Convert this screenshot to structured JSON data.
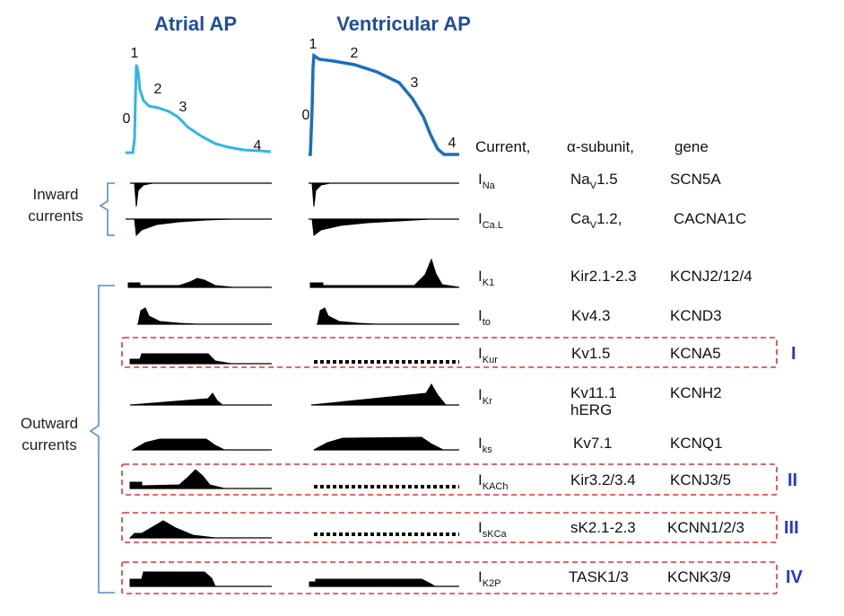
{
  "titles": {
    "atrial": "Atrial AP",
    "ventricular": "Ventricular AP"
  },
  "phases": {
    "atrial": [
      "0",
      "1",
      "2",
      "3",
      "4"
    ],
    "ventricular": [
      "0",
      "1",
      "2",
      "3",
      "4"
    ]
  },
  "header": {
    "current": "Current,",
    "alpha": "α-subunit,",
    "gene": "gene"
  },
  "groups": {
    "inward_line1": "Inward",
    "inward_line2": "currents",
    "outward_line1": "Outward",
    "outward_line2": "currents"
  },
  "colors": {
    "atrial": "#2fb6e8",
    "ventricular": "#1a6fbf",
    "box": "#e53030",
    "brace": "#4f8fcf",
    "roman": "#2a36c8",
    "title": "#1f4e9a"
  },
  "rows": [
    {
      "cur": "I",
      "cur_sub": "Na",
      "alpha": "Na",
      "alpha_sub": "V",
      "alpha_rest": "1.5",
      "gene": "SCN5A"
    },
    {
      "cur": "I",
      "cur_sub": "Ca.L",
      "alpha": "Ca",
      "alpha_sub": "V",
      "alpha_rest": "1.2,",
      "gene": "CACNA1C"
    },
    {
      "cur": "I",
      "cur_sub": "K1",
      "alpha": "Kir2.1-2.3",
      "gene": "KCNJ2/12/4"
    },
    {
      "cur": "I",
      "cur_sub": "to",
      "alpha": "Kv4.3",
      "gene": "KCND3"
    },
    {
      "cur": "I",
      "cur_sub": "Kur",
      "alpha": "Kv1.5",
      "gene": "KCNA5",
      "roman": "I"
    },
    {
      "cur": "I",
      "cur_sub": "Kr",
      "alpha": "Kv11.1",
      "alpha_line2": "hERG",
      "gene": "KCNH2"
    },
    {
      "cur": "I",
      "cur_sub": "ks",
      "alpha": "Kv7.1",
      "gene": "KCNQ1"
    },
    {
      "cur": "I",
      "cur_sub": "KACh",
      "alpha": "Kir3.2/3.4",
      "gene": "KCNJ3/5",
      "roman": "II"
    },
    {
      "cur": "I",
      "cur_sub": "sKCa",
      "alpha": "sK2.1-2.3",
      "gene": "KCNN1/2/3",
      "roman": "III"
    },
    {
      "cur": "I",
      "cur_sub": "K2P",
      "alpha": "TASK1/3",
      "gene": "KCNK3/9",
      "roman": "IV"
    }
  ]
}
